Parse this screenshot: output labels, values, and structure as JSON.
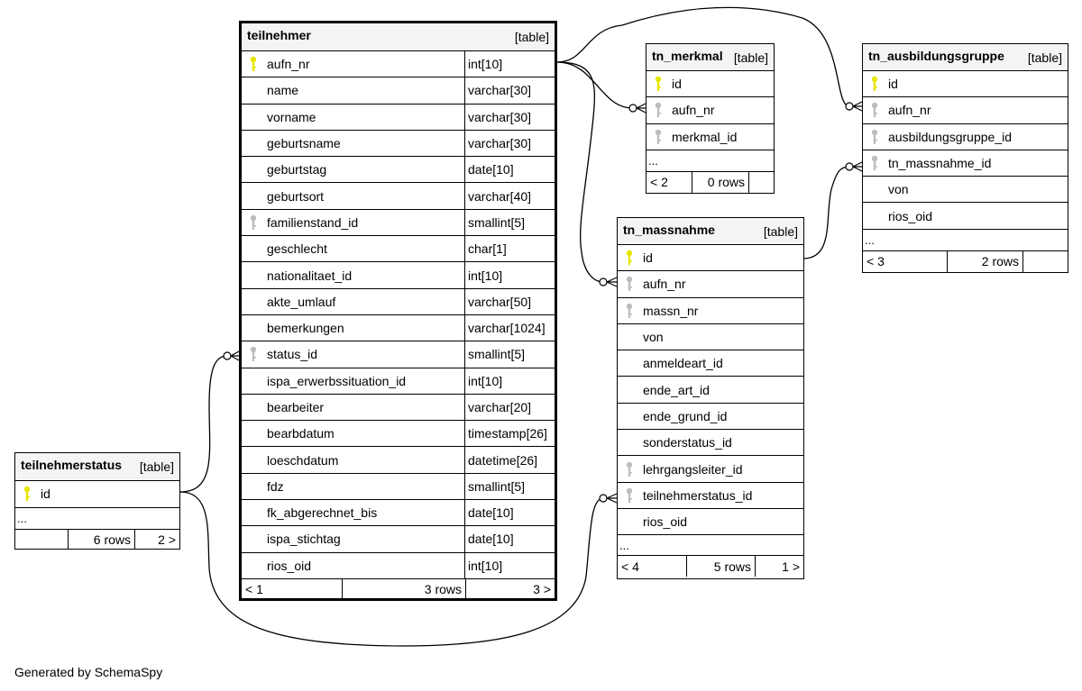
{
  "diagram": {
    "footer_text": "Generated by SchemaSpy",
    "colors": {
      "primary_key": "#e6e600",
      "foreign_key": "#bdbdbd",
      "header_bg": "#f4f4f4",
      "line": "#000000"
    },
    "tables": {
      "teilnehmer": {
        "name": "teilnehmer",
        "kind": "[table]",
        "columns": [
          {
            "name": "aufn_nr",
            "type": "int[10]",
            "key": "primary-key"
          },
          {
            "name": "name",
            "type": "varchar[30]",
            "key": ""
          },
          {
            "name": "vorname",
            "type": "varchar[30]",
            "key": ""
          },
          {
            "name": "geburtsname",
            "type": "varchar[30]",
            "key": ""
          },
          {
            "name": "geburtstag",
            "type": "date[10]",
            "key": ""
          },
          {
            "name": "geburtsort",
            "type": "varchar[40]",
            "key": ""
          },
          {
            "name": "familienstand_id",
            "type": "smallint[5]",
            "key": "foreign-key"
          },
          {
            "name": "geschlecht",
            "type": "char[1]",
            "key": ""
          },
          {
            "name": "nationalitaet_id",
            "type": "int[10]",
            "key": ""
          },
          {
            "name": "akte_umlauf",
            "type": "varchar[50]",
            "key": ""
          },
          {
            "name": "bemerkungen",
            "type": "varchar[1024]",
            "key": ""
          },
          {
            "name": "status_id",
            "type": "smallint[5]",
            "key": "foreign-key"
          },
          {
            "name": "ispa_erwerbssituation_id",
            "type": "int[10]",
            "key": ""
          },
          {
            "name": "bearbeiter",
            "type": "varchar[20]",
            "key": ""
          },
          {
            "name": "bearbdatum",
            "type": "timestamp[26]",
            "key": ""
          },
          {
            "name": "loeschdatum",
            "type": "datetime[26]",
            "key": ""
          },
          {
            "name": "fdz",
            "type": "smallint[5]",
            "key": ""
          },
          {
            "name": "fk_abgerechnet_bis",
            "type": "date[10]",
            "key": ""
          },
          {
            "name": "ispa_stichtag",
            "type": "date[10]",
            "key": ""
          },
          {
            "name": "rios_oid",
            "type": "int[10]",
            "key": ""
          }
        ],
        "footer": {
          "parents": "< 1",
          "rows": "3 rows",
          "children": "3 >"
        }
      },
      "teilnehmerstatus": {
        "name": "teilnehmerstatus",
        "kind": "[table]",
        "columns": [
          {
            "name": "id",
            "key": "primary-key"
          }
        ],
        "ellipsis": "...",
        "footer": {
          "parents": "",
          "rows": "6 rows",
          "children": "2 >"
        }
      },
      "tn_merkmal": {
        "name": "tn_merkmal",
        "kind": "[table]",
        "columns": [
          {
            "name": "id",
            "key": "primary-key"
          },
          {
            "name": "aufn_nr",
            "key": "foreign-key"
          },
          {
            "name": "merkmal_id",
            "key": "foreign-key"
          }
        ],
        "ellipsis": "...",
        "footer": {
          "parents": "< 2",
          "rows": "0 rows",
          "children": ""
        }
      },
      "tn_ausbildungsgruppe": {
        "name": "tn_ausbildungsgruppe",
        "kind": "[table]",
        "columns": [
          {
            "name": "id",
            "key": "primary-key"
          },
          {
            "name": "aufn_nr",
            "key": "foreign-key"
          },
          {
            "name": "ausbildungsgruppe_id",
            "key": "foreign-key"
          },
          {
            "name": "tn_massnahme_id",
            "key": "foreign-key"
          },
          {
            "name": "von",
            "key": ""
          },
          {
            "name": "rios_oid",
            "key": ""
          }
        ],
        "ellipsis": "...",
        "footer": {
          "parents": "< 3",
          "rows": "2 rows",
          "children": ""
        }
      },
      "tn_massnahme": {
        "name": "tn_massnahme",
        "kind": "[table]",
        "columns": [
          {
            "name": "id",
            "key": "primary-key"
          },
          {
            "name": "aufn_nr",
            "key": "foreign-key"
          },
          {
            "name": "massn_nr",
            "key": "foreign-key"
          },
          {
            "name": "von",
            "key": ""
          },
          {
            "name": "anmeldeart_id",
            "key": ""
          },
          {
            "name": "ende_art_id",
            "key": ""
          },
          {
            "name": "ende_grund_id",
            "key": ""
          },
          {
            "name": "sonderstatus_id",
            "key": ""
          },
          {
            "name": "lehrgangsleiter_id",
            "key": "foreign-key"
          },
          {
            "name": "teilnehmerstatus_id",
            "key": "foreign-key"
          },
          {
            "name": "rios_oid",
            "key": ""
          }
        ],
        "ellipsis": "...",
        "footer": {
          "parents": "< 4",
          "rows": "5 rows",
          "children": "1 >"
        }
      }
    },
    "relationships": [
      {
        "from": "teilnehmer.aufn_nr",
        "to": "tn_merkmal.aufn_nr",
        "cardinality": "one-to-zero-or-many"
      },
      {
        "from": "teilnehmer.aufn_nr",
        "to": "tn_ausbildungsgruppe.aufn_nr",
        "cardinality": "one-to-zero-or-many"
      },
      {
        "from": "teilnehmer.aufn_nr",
        "to": "tn_massnahme.aufn_nr",
        "cardinality": "one-to-zero-or-many"
      },
      {
        "from": "tn_massnahme.id",
        "to": "tn_ausbildungsgruppe.tn_massnahme_id",
        "cardinality": "one-to-zero-or-many"
      },
      {
        "from": "teilnehmerstatus.id",
        "to": "teilnehmer.status_id",
        "cardinality": "one-to-zero-or-many"
      },
      {
        "from": "teilnehmerstatus.id",
        "to": "tn_massnahme.teilnehmerstatus_id",
        "cardinality": "one-to-zero-or-many"
      }
    ]
  }
}
